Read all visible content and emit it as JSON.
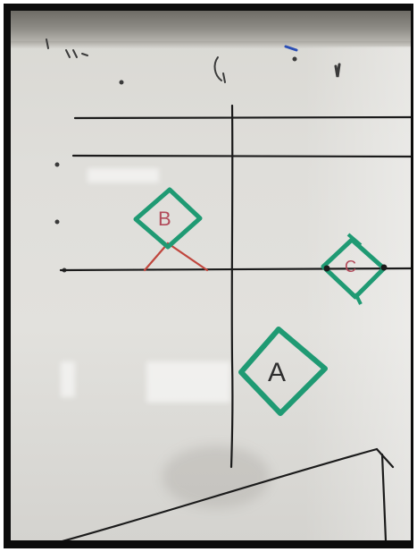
{
  "labels": {
    "a": "A",
    "b": "B",
    "c": "C"
  },
  "colors": {
    "marker_black": "#1b1b1b",
    "marker_green": "#1f9a73",
    "marker_red": "#c0463d",
    "board": "#e0dfdb"
  }
}
